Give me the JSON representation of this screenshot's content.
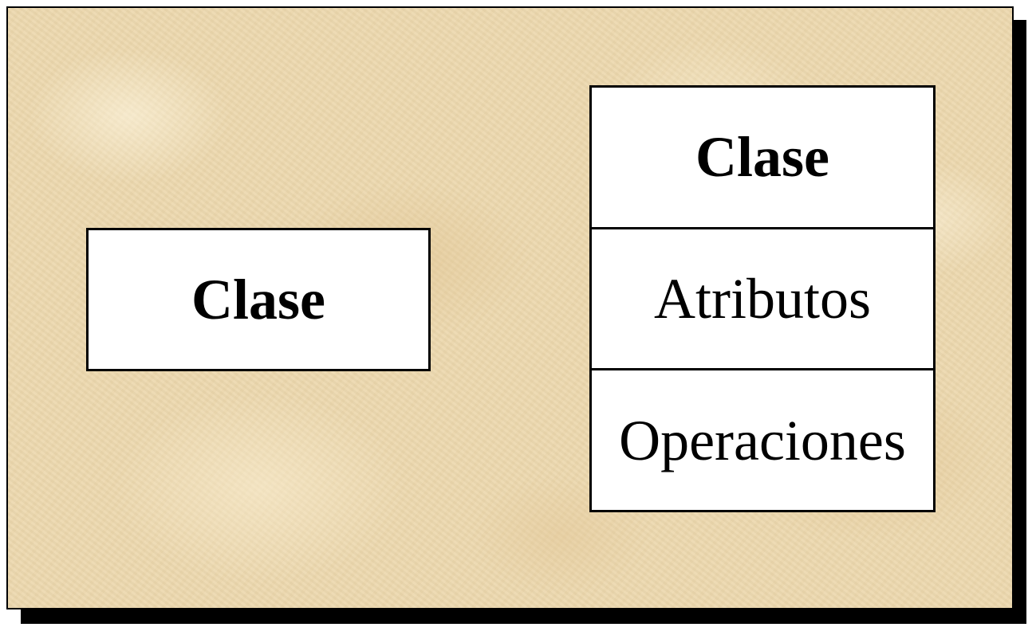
{
  "diagram": {
    "simple_class": {
      "name": "Clase"
    },
    "detailed_class": {
      "name": "Clase",
      "attributes_label": "Atributos",
      "operations_label": "Operaciones"
    }
  },
  "colors": {
    "background_texture": "#ecd8ae",
    "box_fill": "#ffffff",
    "border": "#000000",
    "shadow": "#000000",
    "text": "#000000"
  }
}
